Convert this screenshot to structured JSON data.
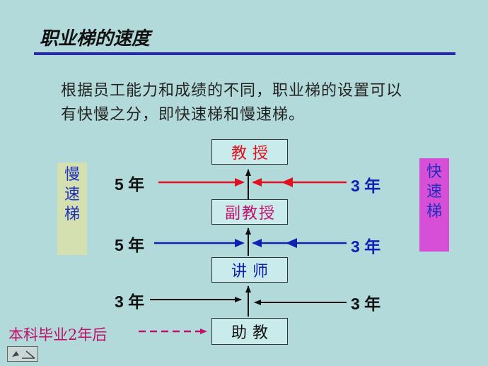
{
  "slide": {
    "title": "职业梯的速度",
    "paragraph": [
      "根据员工能力和成绩的不同，职业梯的设置可以",
      "有快慢之分，即快速梯和慢速梯。"
    ],
    "slow_ladder": [
      "慢",
      "速",
      "梯"
    ],
    "fast_ladder": [
      "快",
      "速",
      "梯"
    ],
    "ranks": {
      "professor": "教授",
      "associate": "副教授",
      "lecturer": "讲师",
      "assistant": "助教"
    },
    "left_years": {
      "top": "5 年",
      "middle": "5 年",
      "bottom": "3 年"
    },
    "right_years": {
      "top": "3 年",
      "middle": "3 年",
      "bottom": "3 年"
    },
    "entry_note": "本科毕业2年后",
    "colors": {
      "background": "#b3dada",
      "rule": "#2a2aa8",
      "red": "#e01020",
      "blue": "#1020b0",
      "magenta": "#c0106a",
      "professor_text": "#e01020",
      "associate_text": "#c0106a",
      "lecturer_text": "#1020b0"
    }
  }
}
